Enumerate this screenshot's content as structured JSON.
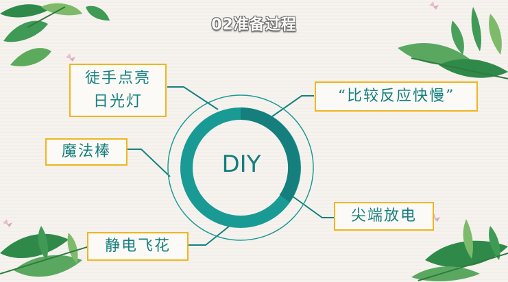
{
  "title": "02准备过程",
  "center": "DIY",
  "items": {
    "lamp_l1": "徒手点亮",
    "lamp_l2": "日光灯",
    "wand": "魔法棒",
    "flower": "静电飞花",
    "reaction": "“比较反应快慢”",
    "tip": "尖端放电"
  },
  "colors": {
    "accent": "#157f7d",
    "ring": "#1a9a94",
    "box_border": "#f0b51e"
  },
  "icons": [
    "leaf-decoration-icon",
    "butterfly-icon"
  ]
}
